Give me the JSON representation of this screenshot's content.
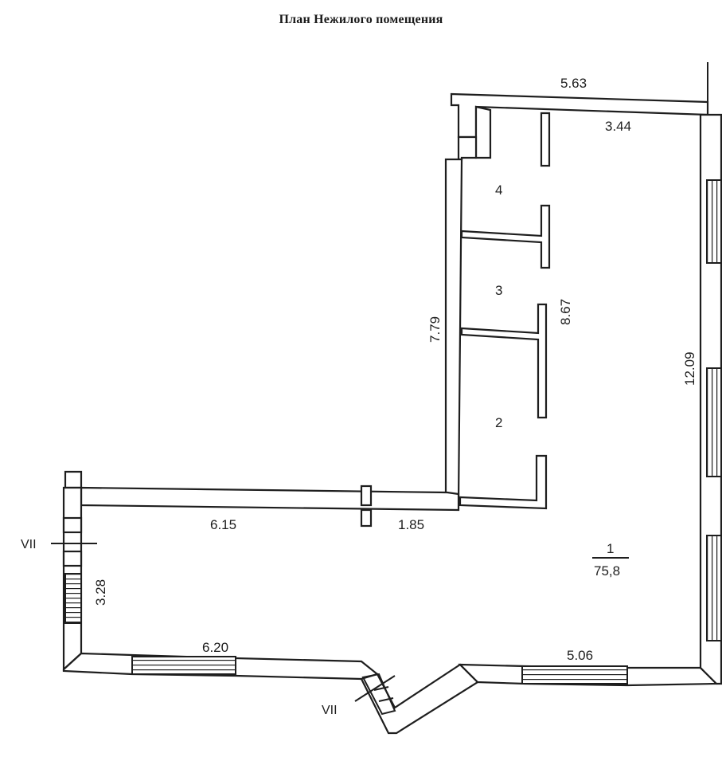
{
  "title": "План Нежилого помещения",
  "dimensions": {
    "top_outer": "5.63",
    "top_inner": "3.44",
    "left_vertical": "7.79",
    "inner_vertical": "8.67",
    "right_vertical": "12.09",
    "mid_left": "6.15",
    "mid_right": "1.85",
    "left_small": "3.28",
    "bottom_left": "6.20",
    "bottom_right": "5.06"
  },
  "rooms": [
    {
      "number": "1",
      "area": "75,8"
    },
    {
      "number": "2"
    },
    {
      "number": "3"
    },
    {
      "number": "4"
    }
  ],
  "section_marks": {
    "left": "VII",
    "bottom": "VII"
  }
}
